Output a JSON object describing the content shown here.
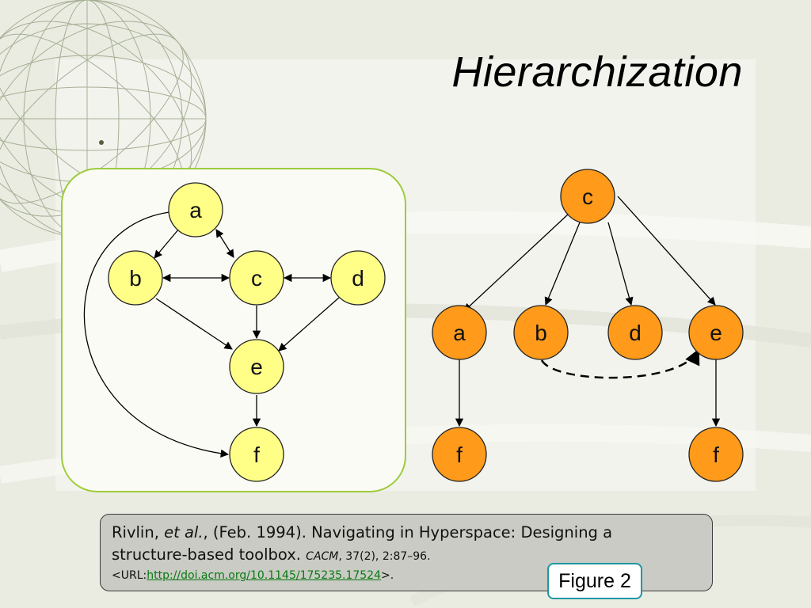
{
  "slide": {
    "title": "Hierarchization"
  },
  "colors": {
    "background": "#eaece2",
    "left_nodes": "#ffff88",
    "right_nodes": "#ff9a1a",
    "frame": "#9ccc3a",
    "caption_box": "#c9cbc4",
    "figure_label_border": "#1f97a3",
    "link": "#0a7a12"
  },
  "left_graph": {
    "nodes": [
      "a",
      "b",
      "c",
      "d",
      "e",
      "f"
    ]
  },
  "right_graph": {
    "nodes": [
      "c",
      "a",
      "b",
      "d",
      "e",
      "f",
      "f"
    ]
  },
  "citation": {
    "authors": "Rivlin,",
    "et_al": "et al.",
    "date_title": ", (Feb. 1994). Navigating in Hyperspace: Designing a",
    "line2": "structure-based toolbox.",
    "journal": "CACM",
    "volume": ", 37(2), 2:87–96.",
    "url_prefix": "<URL:",
    "url": "http://doi.acm.org/10.1145/175235.17524",
    "url_suffix": ">."
  },
  "figure_label": "Figure 2"
}
